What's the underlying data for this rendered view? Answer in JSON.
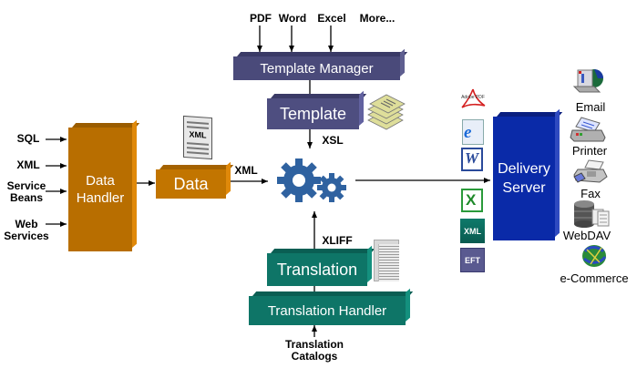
{
  "inputs": {
    "sql": "SQL",
    "xml": "XML",
    "service_beans": "Service\nBeans",
    "web_services": "Web\nServices"
  },
  "template_inputs": {
    "pdf": "PDF",
    "word": "Word",
    "excel": "Excel",
    "more": "More..."
  },
  "boxes": {
    "data_handler": "Data\nHandler",
    "data": "Data",
    "template_manager": "Template Manager",
    "template": "Template",
    "translation": "Translation",
    "translation_handler": "Translation Handler",
    "delivery_server": "Delivery\nServer"
  },
  "connectors": {
    "xml": "XML",
    "xsl": "XSL",
    "xliff": "XLIFF",
    "translation_catalogs": "Translation\nCatalogs"
  },
  "doc_icons": {
    "xml_doc": "XML",
    "adobe_pdf": "Adobe PDF",
    "xml_format": "XML",
    "eft_format": "EFT"
  },
  "outputs": {
    "email": "Email",
    "printer": "Printer",
    "fax": "Fax",
    "webdav": "WebDAV",
    "ecommerce": "e-Commerce"
  },
  "colors": {
    "data_orange": "#b86e00",
    "template_purple": "#4a4a7a",
    "translation_teal": "#0e7567",
    "delivery_blue": "#0a2aa8",
    "gear_blue": "#2f62a0"
  }
}
